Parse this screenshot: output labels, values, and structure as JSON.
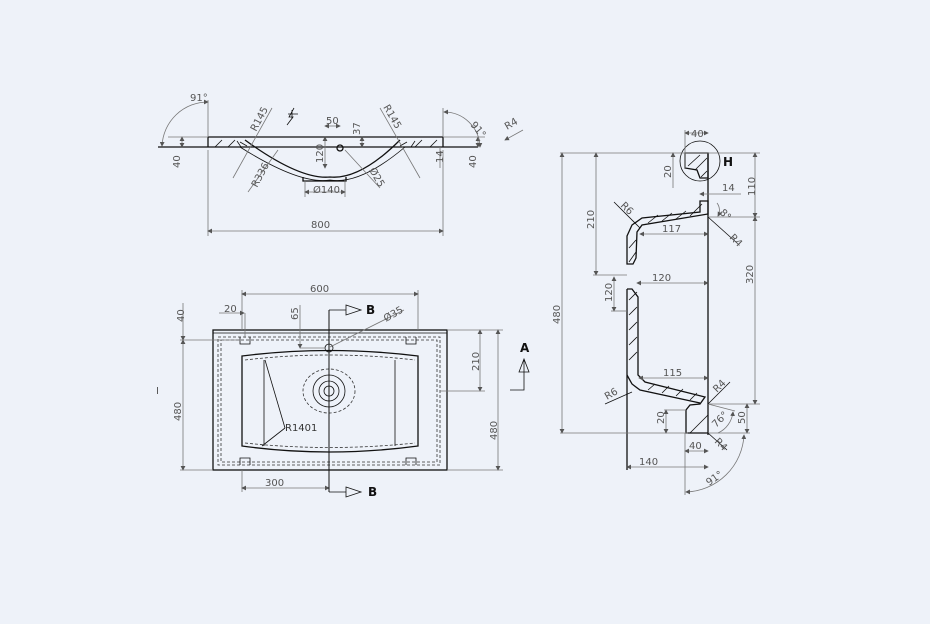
{
  "front_view": {
    "angle_left": "91°",
    "angle_right": "91°",
    "r145_left": "R145",
    "r145_right": "R145",
    "r336": "R336",
    "r4": "R4",
    "dim_50": "50",
    "dim_37": "37",
    "dim_120": "120",
    "dim_40_left": "40",
    "dim_40_right": "40",
    "dim_14": "14",
    "dia_25": "Ø25",
    "dia_140": "Ø140",
    "dim_800": "800"
  },
  "plan_view": {
    "dim_600": "600",
    "dim_20": "20",
    "dim_40": "40",
    "dim_65": "65",
    "dia_35": "Ø35",
    "section_B": "B",
    "dim_210": "210",
    "dim_480_left": "480",
    "dim_480_right": "480",
    "view_A": "A",
    "r1401": "R1401",
    "dim_300": "300",
    "mark_I": "I"
  },
  "section_view": {
    "dim_40_top": "40",
    "detail_H": "H",
    "dim_20_top": "20",
    "dim_14": "14",
    "dim_110": "110",
    "dim_210": "210",
    "r6_top": "R6",
    "angle_8": "8°",
    "dim_117": "117",
    "r4_top": "R4",
    "dim_480": "480",
    "dim_120_v": "120",
    "dim_120_h": "120",
    "dim_320": "320",
    "dim_115": "115",
    "r6_bottom": "R6",
    "r4_mid": "R4",
    "dim_20_bottom": "20",
    "angle_76": "76°",
    "dim_50": "50",
    "r4_bottom": "R4",
    "dim_40_bottom": "40",
    "dim_140": "140",
    "angle_91": "91°"
  }
}
